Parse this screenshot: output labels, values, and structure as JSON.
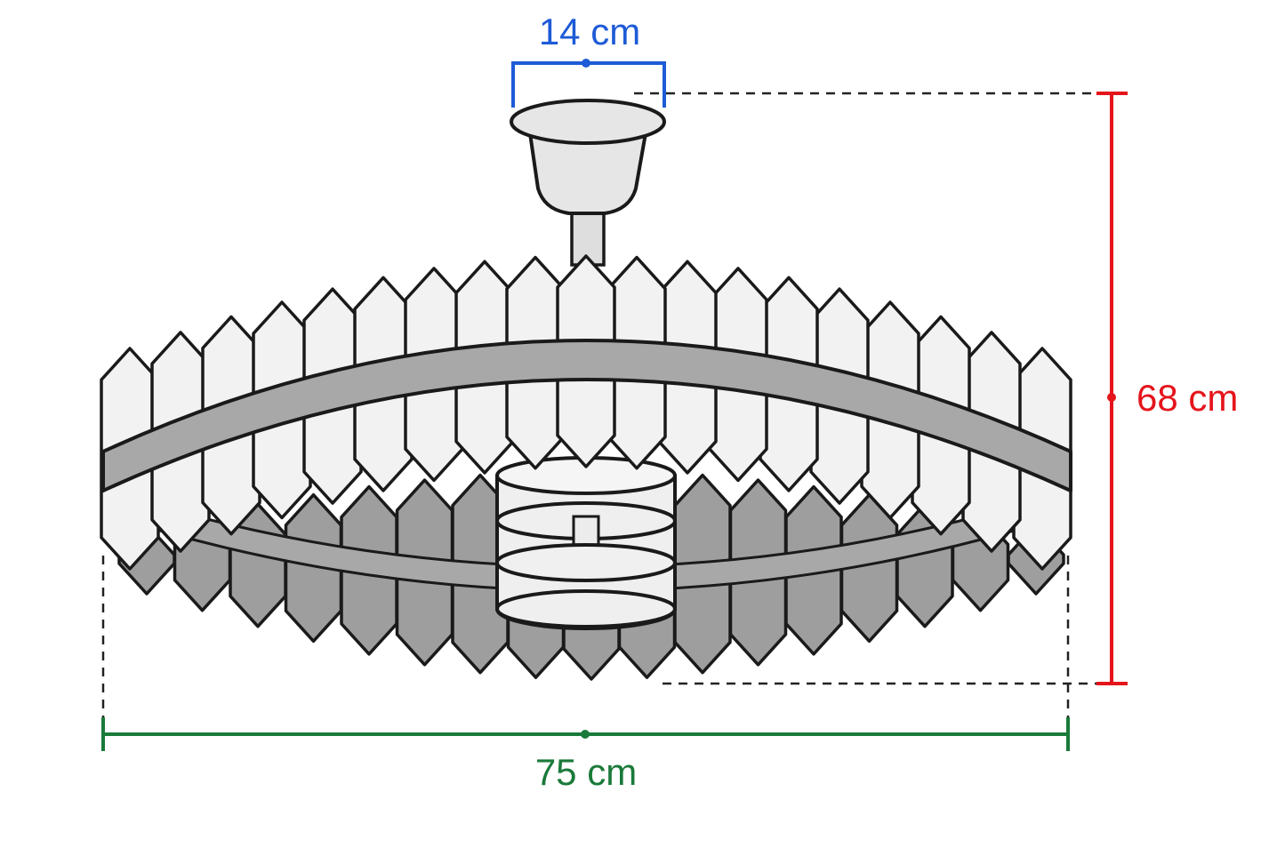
{
  "colors": {
    "outline": "#1a1a1a",
    "crystal_front": "#f2f2f2",
    "crystal_back": "#9e9e9e",
    "ring": "#a8a8a8",
    "canopy": "#e6e6e6",
    "top_width": "#1e5bd6",
    "height": "#e5141b",
    "width": "#1a7a3a",
    "guide": "#222222"
  },
  "dimensions": {
    "top_width": {
      "label": "14 cm"
    },
    "height": {
      "label": "68 cm"
    },
    "width": {
      "label": "75 cm"
    }
  },
  "parts": {
    "front_crystal_count": 19,
    "back_crystal_count": 17
  }
}
